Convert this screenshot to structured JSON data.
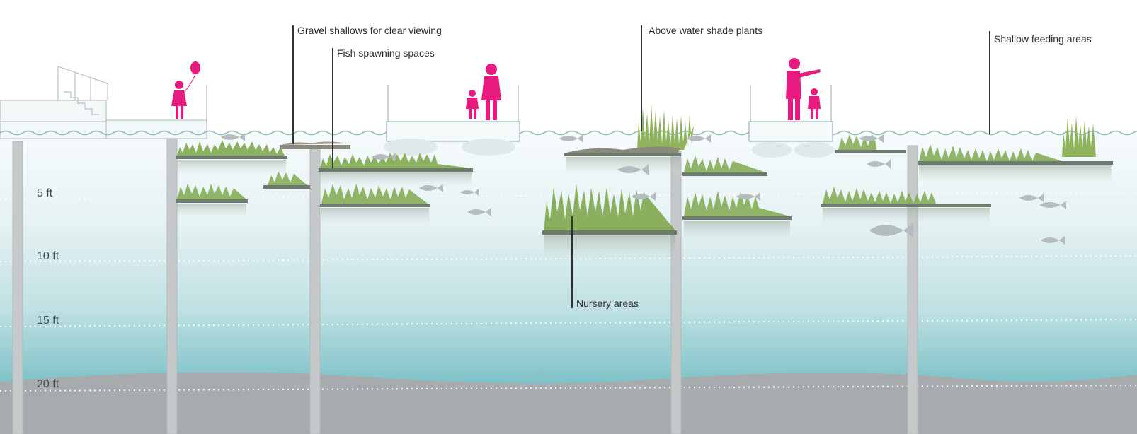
{
  "depth_marks": [
    {
      "label": "5 ft"
    },
    {
      "label": "10 ft"
    },
    {
      "label": "15 ft"
    },
    {
      "label": "20 ft"
    }
  ],
  "callouts": {
    "gravel": "Gravel shallows for clear viewing",
    "spawning": "Fish spawning spaces",
    "shade": "Above water shade plants",
    "feeding": "Shallow feeding areas",
    "nursery": "Nursery areas"
  },
  "colors": {
    "figure": "#e8197f",
    "water_top": "#f4fafb",
    "water_bottom": "#7cc3c8",
    "seabed": "#a7abae",
    "pile": "#c9cbcc",
    "plant": "#7fa84f",
    "fish": "#b5bcc0"
  },
  "icons": {
    "figure": "person-silhouette-icon",
    "fish": "fish-icon"
  }
}
